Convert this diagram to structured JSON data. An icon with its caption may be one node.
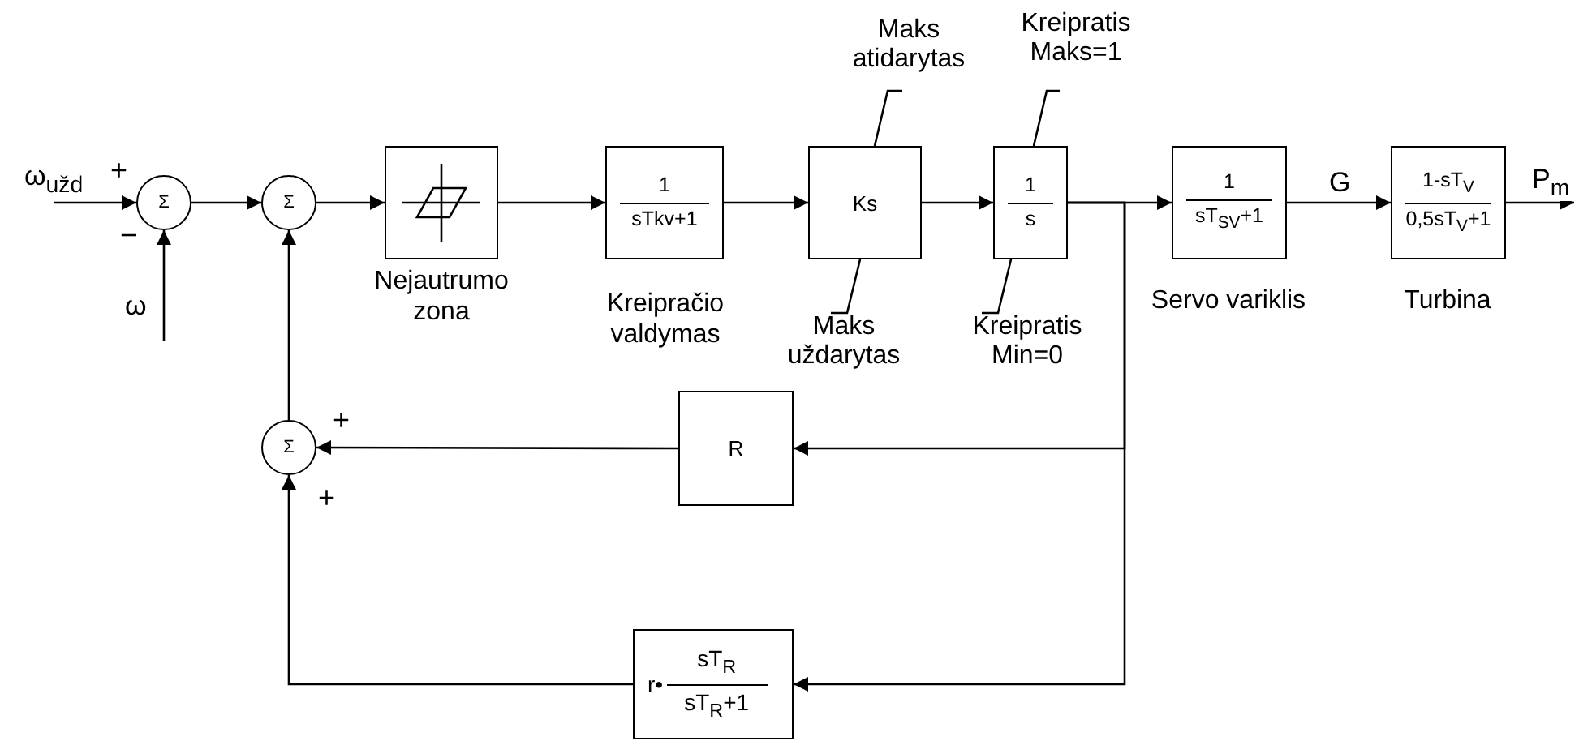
{
  "diagram": {
    "nodes": [
      {
        "text": [
          "Σ"
        ]
      },
      {
        "text": [
          "Σ"
        ]
      },
      {
        "text": [],
        "shape": "box",
        "beside": [
          "Nejautrumo zona"
        ]
      },
      {
        "text": [
          "1",
          "sTkv+1"
        ],
        "beside": [
          "Kreipračio valdymas"
        ]
      },
      {
        "text": [
          "Ks"
        ]
      },
      {
        "text": [
          "1",
          "s"
        ]
      },
      {
        "text": [
          "1",
          "sT$_{SV}$+1"
        ],
        "beside": [
          "Servo variklis"
        ]
      },
      {
        "text": [
          "1-sT$_{V}$",
          "0,5sT$_{V}$+1"
        ],
        "beside": [
          "Turbina"
        ]
      },
      {
        "text": [
          "Σ"
        ]
      },
      {
        "text": [
          "R"
        ]
      },
      {
        "text": [
          "r•",
          "sT$_{R}$",
          "sT$_{R}$+1"
        ]
      },
      {
        "text": [
          "Maks atidarytas"
        ]
      },
      {
        "text": [
          "Maks uždarytas"
        ]
      },
      {
        "text": [
          "Kreipratis Maks=1"
        ]
      },
      {
        "text": [
          "Kreipratis Min=0"
        ]
      }
    ],
    "edges": [
      {
        "from": null,
        "to": 0,
        "arrow": "to",
        "label": "ω$_{užd}$"
      },
      {
        "from": null,
        "to": 0,
        "arrow": "to",
        "label": "ω"
      },
      {
        "from": 0,
        "to": 1,
        "arrow": "to"
      },
      {
        "from": 1,
        "to": 2,
        "arrow": "to"
      },
      {
        "from": 2,
        "to": 3,
        "arrow": "to"
      },
      {
        "from": 3,
        "to": 4,
        "arrow": "to"
      },
      {
        "from": 4,
        "to": 5,
        "arrow": "to"
      },
      {
        "from": 5,
        "to": 6,
        "arrow": "to"
      },
      {
        "from": 6,
        "to": 7,
        "arrow": "to",
        "label": "G"
      },
      {
        "from": 7,
        "to": null,
        "arrow": "to",
        "label": "P$_{m}$"
      },
      {
        "from": 5,
        "to": 9,
        "arrow": "to"
      },
      {
        "from": 5,
        "to": 10,
        "arrow": "to"
      },
      {
        "from": 9,
        "to": 8,
        "arrow": "to"
      },
      {
        "from": 10,
        "to": 8,
        "arrow": "to"
      },
      {
        "from": 8,
        "to": 1,
        "arrow": "to"
      },
      {
        "from": 11,
        "to": 4,
        "arrow": "none"
      },
      {
        "from": 12,
        "to": 4,
        "arrow": "none"
      },
      {
        "from": 13,
        "to": 5,
        "arrow": "none"
      },
      {
        "from": 14,
        "to": 5,
        "arrow": "none"
      }
    ],
    "labels": [
      "+",
      "−",
      "+",
      "+"
    ]
  }
}
